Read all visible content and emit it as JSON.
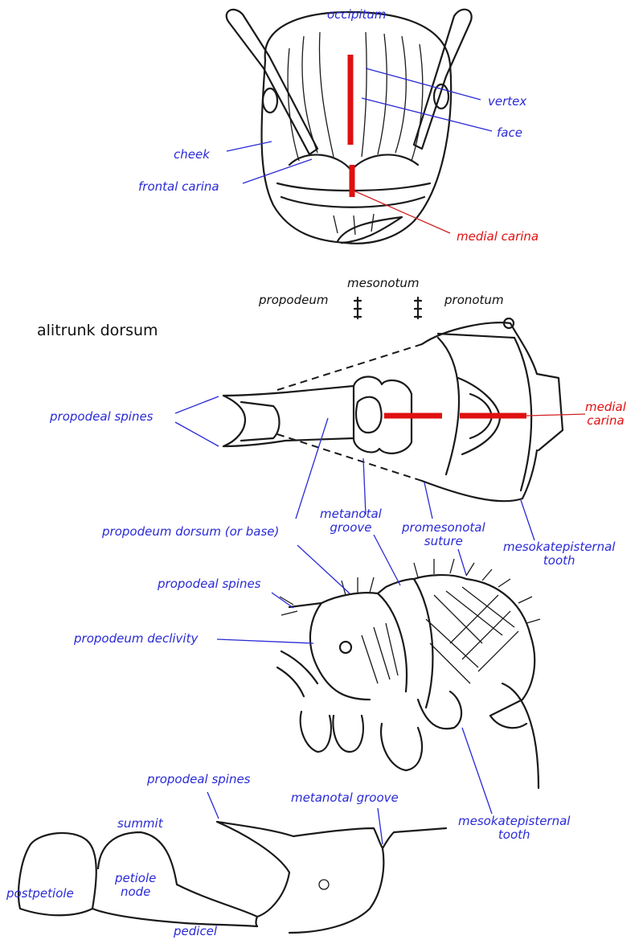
{
  "colors": {
    "label_blue": "#2a2ad6",
    "label_red": "#e01010",
    "ink": "#1a1a1a"
  },
  "head": {
    "occipitum": "occipitum",
    "vertex": "vertex",
    "face": "face",
    "cheek": "cheek",
    "frontal_carina": "frontal carina",
    "medial_carina": "medial carina"
  },
  "alitrunk_dorsum": {
    "title": "alitrunk dorsum",
    "propodeum": "propodeum",
    "mesonotum": "mesonotum",
    "pronotum": "pronotum",
    "propodeal_spines": "propodeal spines",
    "medial_carina_line1": "medial",
    "medial_carina_line2": "carina",
    "propodeum_dorsum": "propodeum dorsum (or base)",
    "metanotal_groove_line1": "metanotal",
    "metanotal_groove_line2": "groove",
    "promesonotal_line1": "promesonotal",
    "promesonotal_line2": "suture",
    "mesokatepisternal_line1": "mesokatepisternal",
    "mesokatepisternal_line2": "tooth"
  },
  "alitrunk_lateral": {
    "propodeal_spines": "propodeal spines",
    "propodeum_declivity": "propodeum declivity"
  },
  "waist": {
    "propodeal_spines": "propodeal spines",
    "metanotal_groove": "metanotal  groove",
    "mesokatepisternal_line1": "mesokatepisternal",
    "mesokatepisternal_line2": "tooth",
    "summit": "summit",
    "petiole_line1": "petiole",
    "petiole_line2": "node",
    "postpetiole": "postpetiole",
    "pedicel": "pedicel"
  }
}
